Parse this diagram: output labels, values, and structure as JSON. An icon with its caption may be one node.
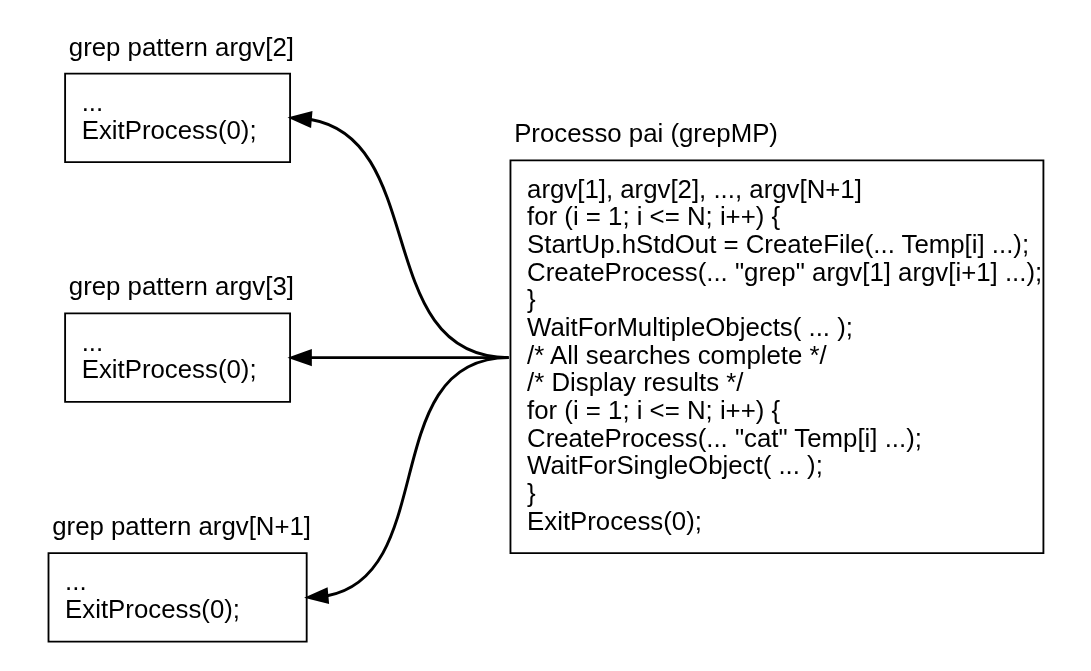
{
  "diagram": {
    "nodes": [
      {
        "text": [
          "Processo pai (grepMP)",
          "argv[1], argv[2], ..., argv[N+1]",
          "for (i = 1; i <= N; i++) {",
          "StartUp.hStdOut = CreateFile(... Temp[i] ...);",
          "CreateProcess(... \"grep\" argv[1] argv[i+1] ...);",
          "}",
          "WaitForMultipleObjects( ... );",
          "/* All searches complete */",
          "/* Display results */",
          "for (i = 1; i <= N; i++) {",
          "CreateProcess(... \"cat\" Temp[i] ...);",
          "WaitForSingleObject( ... );",
          "}",
          "ExitProcess(0);"
        ]
      },
      {
        "text": [
          "grep pattern argv[2]",
          "...",
          "ExitProcess(0);"
        ]
      },
      {
        "text": [
          "grep pattern argv[3]",
          "...",
          "ExitProcess(0);"
        ]
      },
      {
        "text": [
          "grep pattern argv[N+1]",
          "...",
          "ExitProcess(0);"
        ]
      }
    ],
    "edges": [
      {
        "from": 0,
        "to": 1,
        "arrow": "to"
      },
      {
        "from": 0,
        "to": 2,
        "arrow": "to"
      },
      {
        "from": 0,
        "to": 3,
        "arrow": "to"
      }
    ]
  }
}
